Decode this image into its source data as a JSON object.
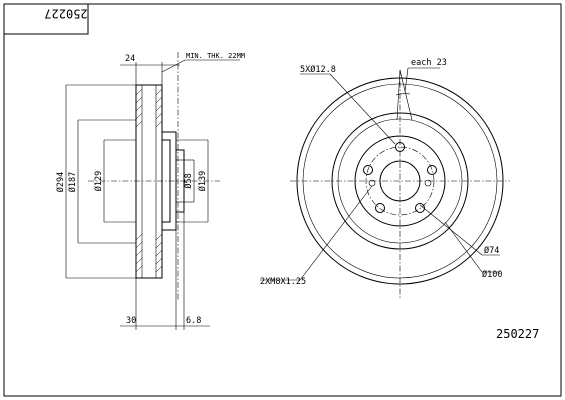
{
  "part_number": "250227",
  "drawing_number": "250227",
  "side_view": {
    "dim_thickness": "24",
    "dim_min_thickness": "MIN. THK. 22MM",
    "dim_diameter_outer": "Ø294",
    "dim_diameter_hat": "Ø187",
    "dim_diameter_inner": "Ø129",
    "dim_center_bore": "Ø58",
    "dim_hat_outer": "Ø139",
    "dim_height": "30",
    "dim_hat_thickness": "6.8"
  },
  "front_view": {
    "label_bolt_holes": "5XØ12.8",
    "label_angle": "each 23",
    "label_threads": "2XM8X1.25",
    "label_pcd_74": "Ø74",
    "label_pcd_100": "Ø100"
  }
}
